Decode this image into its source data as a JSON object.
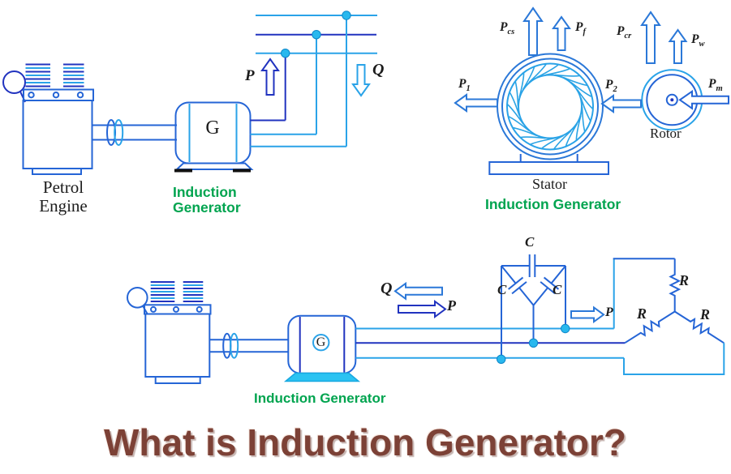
{
  "palette": {
    "line_cyan": "#2aa3e8",
    "line_blue": "#2565d6",
    "line_dark_blue": "#2133bf",
    "caption_green": "#00a44f",
    "title_maroon": "#7c4136",
    "text_black": "#1c1c1c"
  },
  "title": "What is Induction Generator?",
  "d1": {
    "engine_caption": [
      "Petrol",
      "Engine"
    ],
    "generator_caption": [
      "Induction",
      "Generator"
    ],
    "generator_letter": "G",
    "active_power": "P",
    "reactive_power": "Q"
  },
  "d2": {
    "caption": "Induction Generator",
    "stator_label": "Stator",
    "rotor_label": "Rotor",
    "p_cs": {
      "m": "P",
      "s": "cs"
    },
    "p_f": {
      "m": "P",
      "s": "f"
    },
    "p_cr": {
      "m": "P",
      "s": "cr"
    },
    "p_w": {
      "m": "P",
      "s": "w"
    },
    "p_1": {
      "m": "P",
      "s": "1"
    },
    "p_2": {
      "m": "P",
      "s": "2"
    },
    "p_m": {
      "m": "P",
      "s": "m"
    }
  },
  "d3": {
    "caption": "Induction Generator",
    "generator_letter": "G",
    "reactive_power": "Q",
    "active_power": "P",
    "output_power": "P",
    "capacitor_top": "C",
    "capacitor_left": "C",
    "capacitor_right": "C",
    "resistor_top": "R",
    "resistor_left": "R",
    "resistor_right": "R"
  }
}
